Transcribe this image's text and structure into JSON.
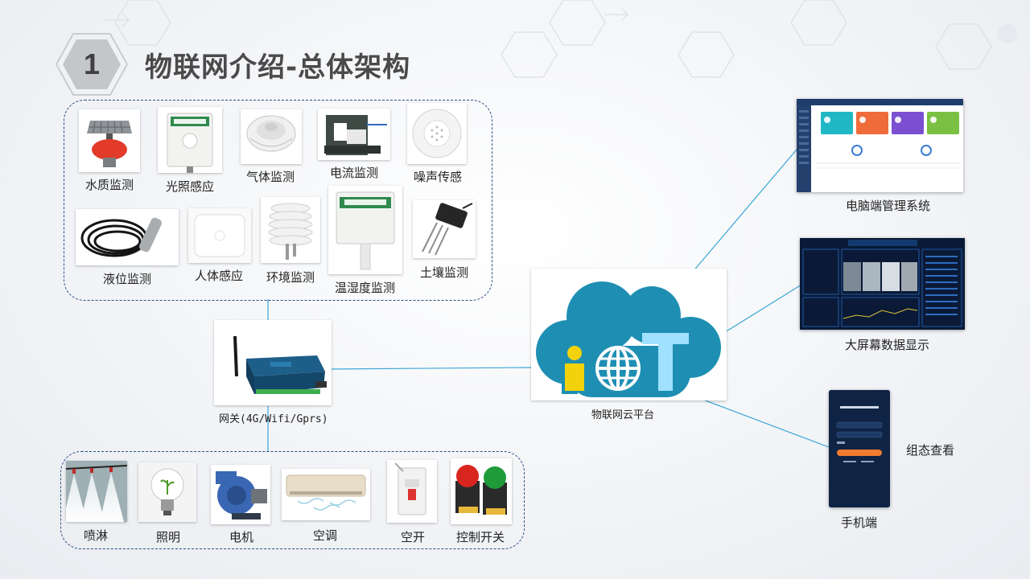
{
  "title": {
    "number": "1",
    "text": "物联网介绍-总体架构"
  },
  "sensors": [
    "水质监测",
    "光照感应",
    "气体监测",
    "电流监测",
    "噪声传感",
    "液位监测",
    "人体感应",
    "环境监测",
    "温湿度监测",
    "土壤监测"
  ],
  "gateway": {
    "label": "网关(4G/Wifi/Gprs)"
  },
  "actuators": [
    "喷淋",
    "照明",
    "电机",
    "空调",
    "空开",
    "控制开关"
  ],
  "platform": {
    "label": "物联网云平台"
  },
  "clients": {
    "pc": "电脑端管理系统",
    "bigscreen": "大屏幕数据显示",
    "mobile": "手机端",
    "config": "组态查看"
  },
  "colors": {
    "accent": "#35a7d6",
    "cloud": "#1e8fb3",
    "line": "#3aa6d8",
    "group_border": "#2e4d8a"
  }
}
